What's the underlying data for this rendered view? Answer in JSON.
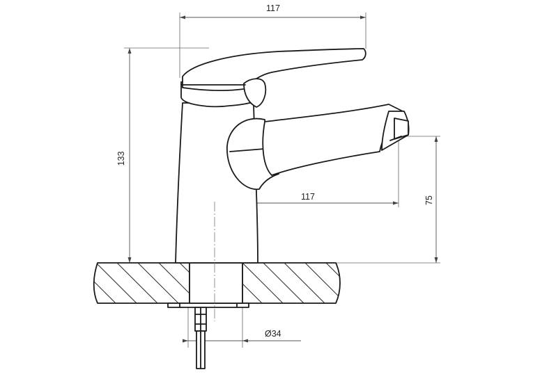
{
  "dimensions": {
    "top_width": "117",
    "spout_reach": "117",
    "total_height": "133",
    "spout_height": "75",
    "diameter": "Ø34"
  }
}
